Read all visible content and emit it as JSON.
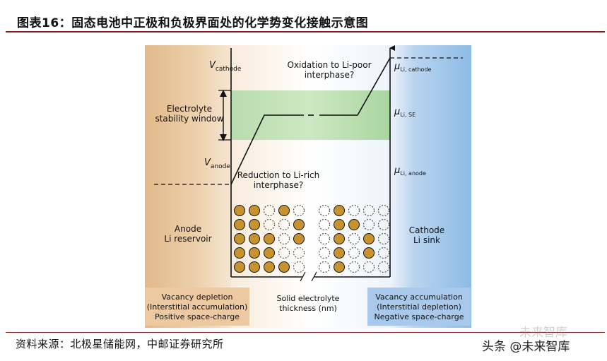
{
  "header": {
    "title": "图表16：固态电池中正极和负极界面处的化学势变化接触示意图"
  },
  "diagram": {
    "v_cathode": "V",
    "v_cathode_sub": "cathode",
    "v_anode": "V",
    "v_anode_sub": "anode",
    "mu_symbol": "μ",
    "mu_cathode_sub": "Li, cathode",
    "mu_se_sub": "Li, SE",
    "mu_anode_sub": "Li, anode",
    "electrolyte_window": [
      "Electrolyte",
      "stability window"
    ],
    "oxidation_label": [
      "Oxidation to Li-poor",
      "interphase?"
    ],
    "reduction_label": [
      "Reduction to Li-rich",
      "interphase?"
    ],
    "anode_label": [
      "Anode",
      "Li reservoir"
    ],
    "cathode_label": [
      "Cathode",
      "Li sink"
    ],
    "thickness_label": [
      "Solid electrolyte",
      "thickness (nm)"
    ],
    "vacancy_depletion": [
      "Vacancy depletion",
      "(Interstitial accumulation)",
      "Positive space-charge"
    ],
    "vacancy_accumulation": [
      "Vacancy accumulation",
      "(Interstitial depletion)",
      "Negative space-charge"
    ],
    "colors": {
      "anode_fill": "#e8c79a",
      "cathode_fill": "#9cc3e6",
      "window_fill": "#a8d8a0",
      "li_atom": "#c8932e"
    },
    "left_grid": [
      [
        1,
        1,
        0,
        1,
        0
      ],
      [
        1,
        1,
        0,
        0,
        1
      ],
      [
        1,
        1,
        1,
        0,
        1
      ],
      [
        1,
        1,
        1,
        0,
        0
      ],
      [
        1,
        1,
        1,
        1,
        0
      ]
    ],
    "right_grid": [
      [
        0,
        1,
        0,
        0,
        0
      ],
      [
        0,
        1,
        1,
        0,
        0
      ],
      [
        0,
        1,
        0,
        1,
        0
      ],
      [
        0,
        1,
        0,
        1,
        0
      ],
      [
        0,
        1,
        0,
        0,
        0
      ]
    ]
  },
  "footer": {
    "source": "资料来源：北极星储能网，中邮证券研究所",
    "watermark": "头条 @未来智库",
    "watermark_ghost": "未来智库"
  }
}
